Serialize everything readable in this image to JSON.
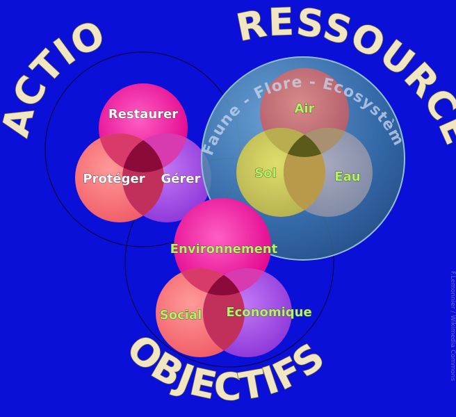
{
  "titles": {
    "actions": "ACTIONS",
    "ressources": "RESSOURCES",
    "objectifs": "OBJECTIFS"
  },
  "arc_label": "Faune - Flore - Ecosystèmes",
  "actions": {
    "restaurer": "Restaurer",
    "proteger": "Protéger",
    "gerer": "Gérer"
  },
  "ressources": {
    "air": "Air",
    "sol": "Sol",
    "eau": "Eau"
  },
  "objectifs": {
    "environnement": "Environnement",
    "social": "Social",
    "economique": "Economique"
  },
  "watermark": "F.Lemonnier / Wikimedia Commons",
  "colors": {
    "background": "#0a10d8",
    "pink": "#ff1aa8",
    "salmon": "#ff7a80",
    "purple": "#a84de8",
    "core": "#8a0a3a",
    "sphere": "#4a8fb0",
    "title": "#f1e6c4",
    "green_text": "#b7f06a"
  }
}
